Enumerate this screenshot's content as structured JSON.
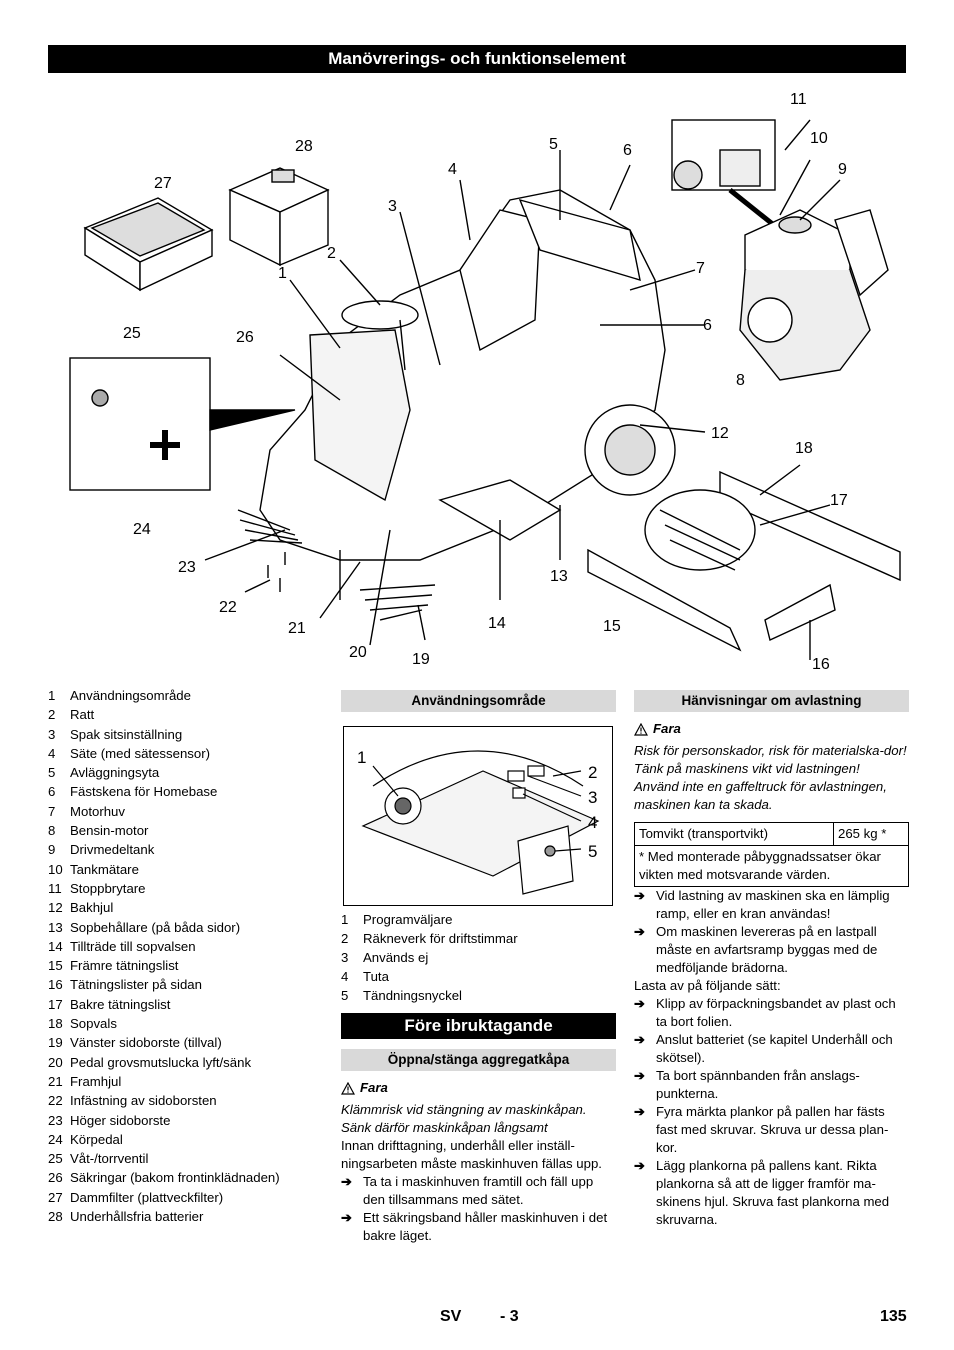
{
  "page_title": "Manövrerings- och funktionselement",
  "figure_callouts": [
    "1",
    "2",
    "3",
    "4",
    "5",
    "6",
    "7",
    "6",
    "8",
    "9",
    "10",
    "11",
    "12",
    "13",
    "14",
    "15",
    "16",
    "17",
    "18",
    "19",
    "20",
    "21",
    "22",
    "23",
    "24",
    "25",
    "26",
    "27",
    "28"
  ],
  "legend": [
    {
      "n": "1",
      "t": "Användningsområde"
    },
    {
      "n": "2",
      "t": "Ratt"
    },
    {
      "n": "3",
      "t": "Spak sitsinställning"
    },
    {
      "n": "4",
      "t": "Säte (med sätessensor)"
    },
    {
      "n": "5",
      "t": "Avläggningsyta"
    },
    {
      "n": "6",
      "t": "Fästskena för Homebase"
    },
    {
      "n": "7",
      "t": "Motorhuv"
    },
    {
      "n": "8",
      "t": "Bensin-motor"
    },
    {
      "n": "9",
      "t": "Drivmedeltank"
    },
    {
      "n": "10",
      "t": "Tankmätare"
    },
    {
      "n": "11",
      "t": "Stoppbrytare"
    },
    {
      "n": "12",
      "t": "Bakhjul"
    },
    {
      "n": "13",
      "t": "Sopbehållare (på båda sidor)"
    },
    {
      "n": "14",
      "t": "Tillträde till sopvalsen"
    },
    {
      "n": "15",
      "t": "Främre tätningslist"
    },
    {
      "n": "16",
      "t": "Tätningslister på sidan"
    },
    {
      "n": "17",
      "t": "Bakre tätningslist"
    },
    {
      "n": "18",
      "t": "Sopvals"
    },
    {
      "n": "19",
      "t": "Vänster sidoborste (tillval)"
    },
    {
      "n": "20",
      "t": "Pedal grovsmutslucka lyft/sänk"
    },
    {
      "n": "21",
      "t": "Framhjul"
    },
    {
      "n": "22",
      "t": "Infästning av sidoborsten"
    },
    {
      "n": "23",
      "t": "Höger sidoborste"
    },
    {
      "n": "24",
      "t": "Körpedal"
    },
    {
      "n": "25",
      "t": "Våt-/torrventil"
    },
    {
      "n": "26",
      "t": "Säkringar (bakom frontinklädnaden)"
    },
    {
      "n": "27",
      "t": "Dammfilter (plattveckfilter)"
    },
    {
      "n": "28",
      "t": "Underhållsfria batterier"
    }
  ],
  "col2": {
    "head1": "Användningsområde",
    "panel_callouts": [
      "1",
      "2",
      "3",
      "4",
      "5"
    ],
    "panel_list": [
      {
        "n": "1",
        "t": "Programväljare"
      },
      {
        "n": "2",
        "t": "Räkneverk för driftstimmar"
      },
      {
        "n": "3",
        "t": "Används ej"
      },
      {
        "n": "4",
        "t": "Tuta"
      },
      {
        "n": "5",
        "t": "Tändningsnyckel"
      }
    ],
    "section": "Före ibruktagande",
    "head2": "Öppna/stänga aggregatkåpa",
    "warn": "Fara",
    "warn_text": "Klämmrisk vid stängning av maskinkåpan. Sänk därför maskinkåpan långsamt",
    "body": "Innan drifttagning, underhåll eller inställ-ningsarbeten måste maskinhuven fällas upp.",
    "steps": [
      "Ta ta i maskinhuven framtill och fäll upp den tillsammans med sätet.",
      "Ett säkringsband håller maskinhuven i det bakre läget."
    ]
  },
  "col3": {
    "head": "Hänvisningar om avlastning",
    "warn": "Fara",
    "warn_lines": [
      "Risk för personskador, risk för materialska-dor!",
      "Tänk på maskinens vikt vid lastningen!",
      "Använd inte en gaffeltruck för avlastningen, maskinen kan ta skada."
    ],
    "table_label": "Tomvikt (transportvikt)",
    "table_value": "265 kg *",
    "table_note": "* Med monterade påbyggnadssatser ökar vikten med motsvarande värden.",
    "steps1": [
      "Vid lastning av maskinen ska en lämplig ramp, eller en kran användas!",
      "Om maskinen levereras på en lastpall måste en avfartsramp byggas med de medföljande brädorna."
    ],
    "body": "Lasta av på följande sätt:",
    "steps2": [
      "Klipp av förpackningsbandet av plast och ta bort folien.",
      "Anslut batteriet (se kapitel Underhåll och skötsel).",
      "Ta bort spännbanden från anslags-punkterna.",
      "Fyra märkta plankor på pallen har fästs fast med skruvar. Skruva ur dessa plan-kor.",
      "Lägg plankorna på pallens kant. Rikta plankorna så att de ligger framför ma-skinens hjul. Skruva fast plankorna med skruvarna."
    ]
  },
  "footer": {
    "lang": "SV",
    "page": "- 3",
    "number": "135"
  }
}
